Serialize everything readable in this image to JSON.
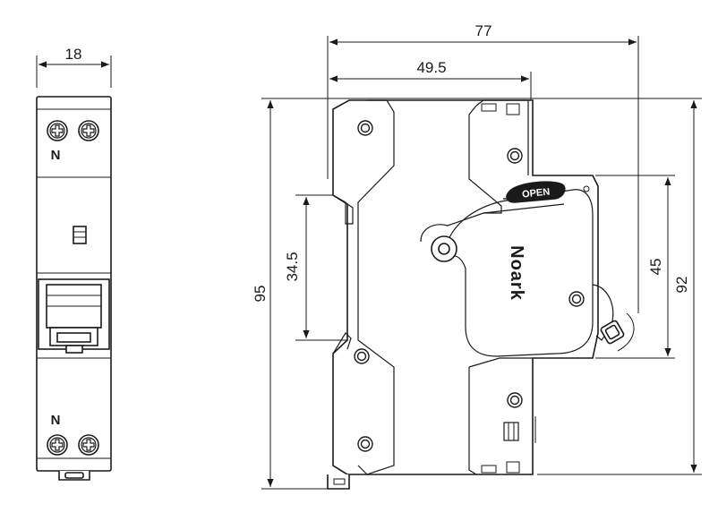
{
  "front_view": {
    "width_label": "18",
    "top_terminal_label": "N",
    "bottom_terminal_label": "N"
  },
  "side_view": {
    "overall_depth_label": "77",
    "front_depth_label": "49.5",
    "rail_height_label": "34.5",
    "overall_height_label": "95",
    "body_height_label": "92",
    "front_face_height_label": "45",
    "brand_label": "Noark",
    "open_label": "OPEN"
  },
  "colors": {
    "line": "#1a1a1a",
    "background": "#ffffff"
  }
}
